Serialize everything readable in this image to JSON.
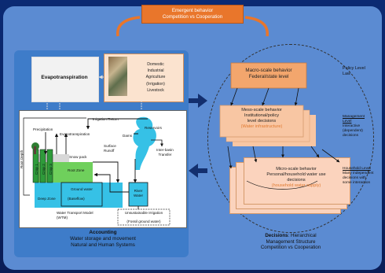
{
  "emergent": {
    "title": "Emergent behavior",
    "subtitle": "Competition vs Cooperation"
  },
  "accounting": {
    "evapotranspiration_box": "Evapotranspiration",
    "water_uses": [
      "Domestic",
      "Industrial",
      "Agriculture",
      "(Irrigation)",
      "Livestock"
    ],
    "diagram": {
      "irrigation_return": "Irrigation Return",
      "precipitation": "Precipitation",
      "evapotranspiration": "Evapotranspiration",
      "surface_runoff": "Surface Runoff",
      "snow_pack": "Snow pack",
      "root_depth": "Root Depth",
      "crop1": "Crop 1",
      "crop2": "Crop 2",
      "crop3": "Crop 3",
      "root_zone": "Root Zone",
      "ground_water": "Ground water",
      "baseflow": "(Baseflow)",
      "deep_zone": "Deep Zone",
      "reservoirs": "Reservoirs",
      "dams": "Dams",
      "inter_basin": "Inter-basin Transfer",
      "river_water": "River Water",
      "unsustainable": "Unsustainable Irrigation",
      "fossil": "(Fossil ground water)",
      "wtm": "Water Transport Model (WTM)"
    },
    "caption": [
      "Accounting",
      "Water storage and movement",
      "Natural and Human Systems"
    ]
  },
  "decisions": {
    "macro": [
      "Macro-scale behavior",
      "Federal/state level"
    ],
    "meso": [
      "Meso-scale behavior",
      "Institutional/policy",
      "level decisions",
      "(Water infrastructure)"
    ],
    "micro": [
      "Micro-scale behavior",
      "Personal/household water use",
      "decisions",
      "(household water supply)"
    ],
    "caption_bold": "Decisions",
    "caption_rest": ": Hierarchical",
    "caption_lines": [
      "Management Structure",
      "Competition vs Cooperation"
    ]
  },
  "levels": {
    "policy": [
      "Policy Level",
      "Law"
    ],
    "management": [
      "Management",
      "Level",
      "Interactive",
      "(dependent)",
      "decisions"
    ],
    "household": [
      "Household Level",
      "Many independent",
      "decisions with",
      "some interaction"
    ]
  },
  "colors": {
    "background": "#0b1f5c",
    "panel": "#5b8bd2",
    "emergent": "#e9762b",
    "orange_card": "#fbd3bd",
    "water": "#36c1e6"
  }
}
